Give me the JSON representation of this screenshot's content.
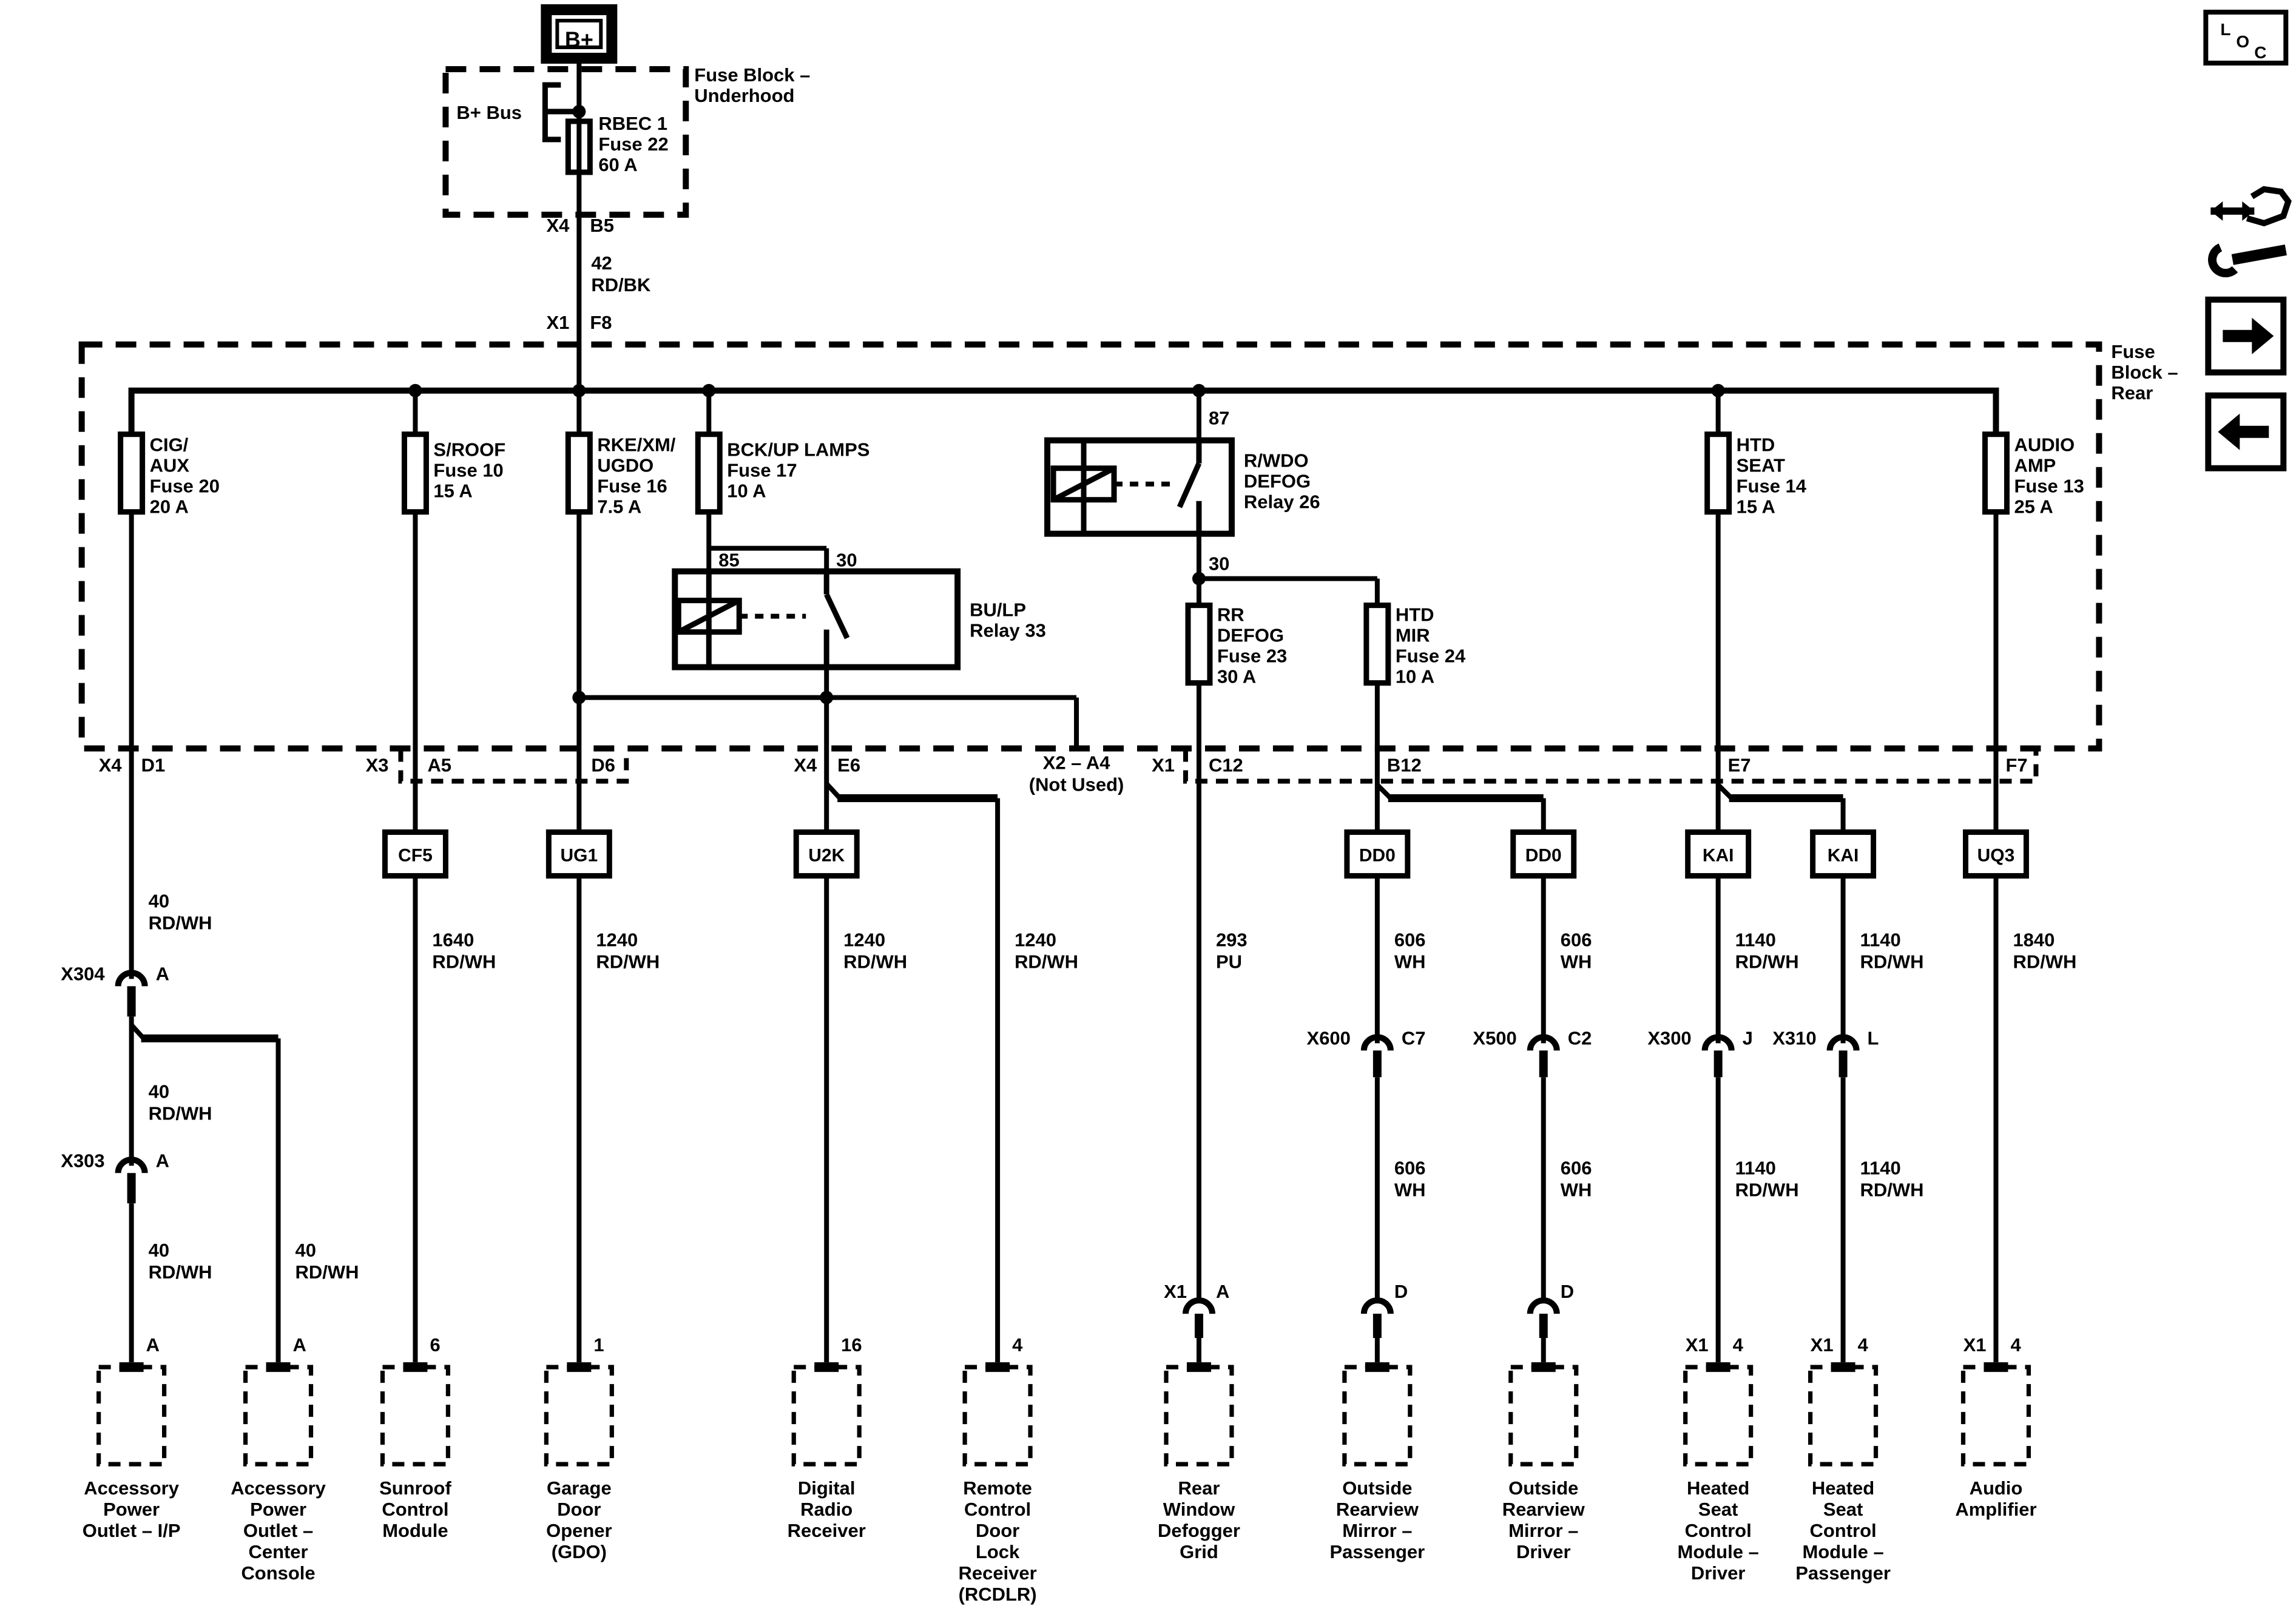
{
  "power_source": {
    "label": "B+"
  },
  "underhood": {
    "box_label": [
      "Fuse Block –",
      "Underhood"
    ],
    "bus_label": "B+ Bus",
    "fuse": [
      "RBEC 1",
      "Fuse 22",
      "60 A"
    ]
  },
  "feed": {
    "conn1_left": "X4",
    "conn1_right": "B5",
    "wire": [
      "42",
      "RD/BK"
    ],
    "conn2_left": "X1",
    "conn2_right": "F8"
  },
  "rear_block": {
    "label": [
      "Fuse",
      "Block –",
      "Rear"
    ],
    "fuses": {
      "cig": [
        "CIG/",
        "AUX",
        "Fuse 20",
        "20 A"
      ],
      "sroof": [
        "S/ROOF",
        "Fuse 10",
        "15 A"
      ],
      "rke": [
        "RKE/XM/",
        "UGDO",
        "Fuse 16",
        "7.5 A"
      ],
      "bckup": [
        "BCK/UP LAMPS",
        "Fuse 17",
        "10 A"
      ],
      "rrdefog": [
        "RR",
        "DEFOG",
        "Fuse 23",
        "30 A"
      ],
      "htdmir": [
        "HTD",
        "MIR",
        "Fuse 24",
        "10 A"
      ],
      "htdseat": [
        "HTD",
        "SEAT",
        "Fuse 14",
        "15 A"
      ],
      "audio": [
        "AUDIO",
        "AMP",
        "Fuse 13",
        "25 A"
      ]
    },
    "relay_rwdo": {
      "label": [
        "R/WDO",
        "DEFOG",
        "Relay 26"
      ],
      "t87": "87",
      "t30": "30"
    },
    "relay_bulp": {
      "label": [
        "BU/LP",
        "Relay 33"
      ],
      "t85": "85",
      "t30": "30"
    }
  },
  "connectors": {
    "d1": {
      "left": "X4",
      "right": "D1"
    },
    "a5": {
      "left": "X3",
      "right": "A5"
    },
    "d6": {
      "right": "D6"
    },
    "e6": {
      "left": "X4",
      "right": "E6"
    },
    "x2a4": [
      "X2 – A4",
      "(Not Used)"
    ],
    "c12": {
      "left": "X1",
      "right": "C12"
    },
    "b12": {
      "right": "B12"
    },
    "e7": {
      "right": "E7"
    },
    "f7": {
      "right": "F7"
    }
  },
  "options": {
    "cf5": "CF5",
    "ug1": "UG1",
    "u2k": "U2K",
    "dd0a": "DD0",
    "dd0b": "DD0",
    "kaia": "KAI",
    "kaib": "KAI",
    "uq3": "UQ3"
  },
  "wire_labels": {
    "outlet1a": [
      "40",
      "RD/WH"
    ],
    "outlet1b": [
      "40",
      "RD/WH"
    ],
    "outlet1c": [
      "40",
      "RD/WH"
    ],
    "outlet2": [
      "40",
      "RD/WH"
    ],
    "sunroof": [
      "1640",
      "RD/WH"
    ],
    "gdo": [
      "1240",
      "RD/WH"
    ],
    "radio": [
      "1240",
      "RD/WH"
    ],
    "rcdlr": [
      "1240",
      "RD/WH"
    ],
    "defog": [
      "293",
      "PU"
    ],
    "mir_p1": [
      "606",
      "WH"
    ],
    "mir_p2": [
      "606",
      "WH"
    ],
    "mir_d1": [
      "606",
      "WH"
    ],
    "mir_d2": [
      "606",
      "WH"
    ],
    "seat_d1": [
      "1140",
      "RD/WH"
    ],
    "seat_d2": [
      "1140",
      "RD/WH"
    ],
    "seat_p1": [
      "1140",
      "RD/WH"
    ],
    "seat_p2": [
      "1140",
      "RD/WH"
    ],
    "amp": [
      "1840",
      "RD/WH"
    ]
  },
  "splices": {
    "x304": {
      "left": "X304",
      "right": "A"
    },
    "x303": {
      "left": "X303",
      "right": "A"
    },
    "x600": {
      "left": "X600",
      "right": "C7"
    },
    "x500": {
      "left": "X500",
      "right": "C2"
    },
    "x300": {
      "left": "X300",
      "right": "J"
    },
    "x310": {
      "left": "X310",
      "right": "L"
    }
  },
  "terminals": {
    "outlet1": "A",
    "outlet2": "A",
    "sunroof": "6",
    "gdo": "1",
    "radio": "16",
    "rcdlr": "4",
    "defog_l": "X1",
    "defog_r": "A",
    "mir_p": "D",
    "mir_d": "D",
    "seat_d_l": "X1",
    "seat_d_r": "4",
    "seat_p_l": "X1",
    "seat_p_r": "4",
    "amp_l": "X1",
    "amp_r": "4"
  },
  "modules": {
    "outlet1": [
      "Accessory",
      "Power",
      "Outlet – I/P"
    ],
    "outlet2": [
      "Accessory",
      "Power",
      "Outlet –",
      "Center",
      "Console"
    ],
    "sunroof": [
      "Sunroof",
      "Control",
      "Module"
    ],
    "gdo": [
      "Garage",
      "Door",
      "Opener",
      "(GDO)"
    ],
    "radio": [
      "Digital",
      "Radio",
      "Receiver"
    ],
    "rcdlr": [
      "Remote",
      "Control",
      "Door",
      "Lock",
      "Receiver",
      "(RCDLR)"
    ],
    "defog": [
      "Rear",
      "Window",
      "Defogger",
      "Grid"
    ],
    "mir_p": [
      "Outside",
      "Rearview",
      "Mirror –",
      "Passenger"
    ],
    "mir_d": [
      "Outside",
      "Rearview",
      "Mirror –",
      "Driver"
    ],
    "seat_d": [
      "Heated",
      "Seat",
      "Control",
      "Module –",
      "Driver"
    ],
    "seat_p": [
      "Heated",
      "Seat",
      "Control",
      "Module –",
      "Passenger"
    ],
    "amp": [
      "Audio",
      "Amplifier"
    ]
  },
  "nav": {
    "loc": [
      "L",
      "O",
      "C"
    ]
  }
}
